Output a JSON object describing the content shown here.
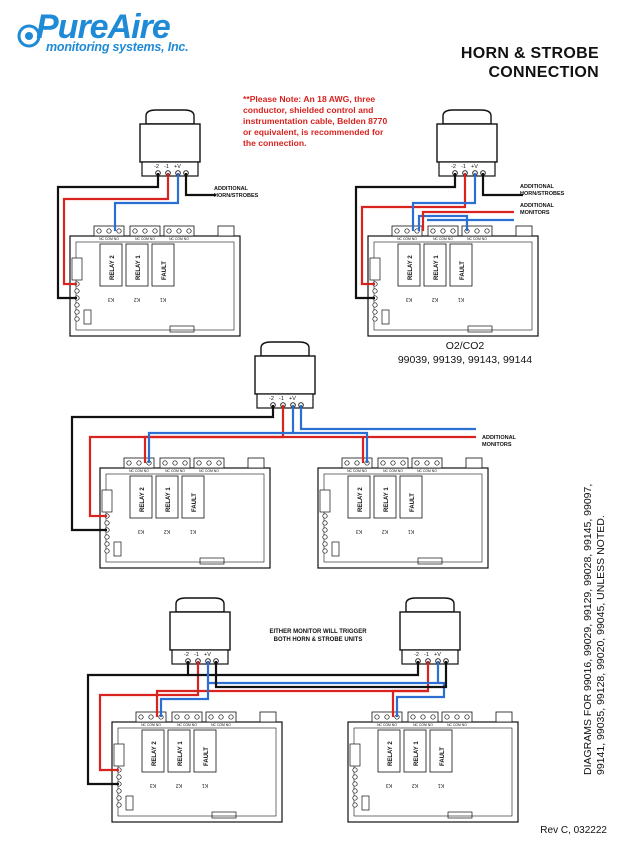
{
  "brand": {
    "name": "PureAire",
    "tagline": "monitoring systems, Inc."
  },
  "title": {
    "line1": "HORN & STROBE",
    "line2": "CONNECTION"
  },
  "note": "**Please Note: An 18 AWG, three conductor, shielded control and instrumentation cable, Belden 8770 or equivalent, is recommended for the connection.",
  "caption": {
    "line1": "O2/CO2",
    "line2": "99039, 99139, 99143, 99144"
  },
  "trigger_note": {
    "line1": "EITHER MONITOR WILL TRIGGER",
    "line2": "BOTH HORN & STROBE UNITS"
  },
  "labels": {
    "additional_horn": "ADDITIONAL",
    "additional_horn_2": "HORN/STROBES",
    "additional_monitors": "ADDITIONAL",
    "additional_monitors_2": "MONITORS"
  },
  "terminals": [
    "-2",
    "-1",
    "+V"
  ],
  "relay_labels": [
    "RELAY 2",
    "RELAY 1",
    "FAULT"
  ],
  "k_labels": [
    "K3",
    "K2",
    "K1"
  ],
  "connector_label": "NC COM NO",
  "side_text": {
    "line1": "DIAGRAMS FOR 99016, 99029, 99129, 99028, 99145, 99097,",
    "line2": "99141, 99035, 99128, 99020, 99045, UNLESS NOTED."
  },
  "revision": "Rev C, 032222",
  "colors": {
    "brand": "#1f8ad6",
    "red_wire": "#d8231f",
    "blue_wire": "#2a6fd1",
    "black_wire": "#111111"
  }
}
